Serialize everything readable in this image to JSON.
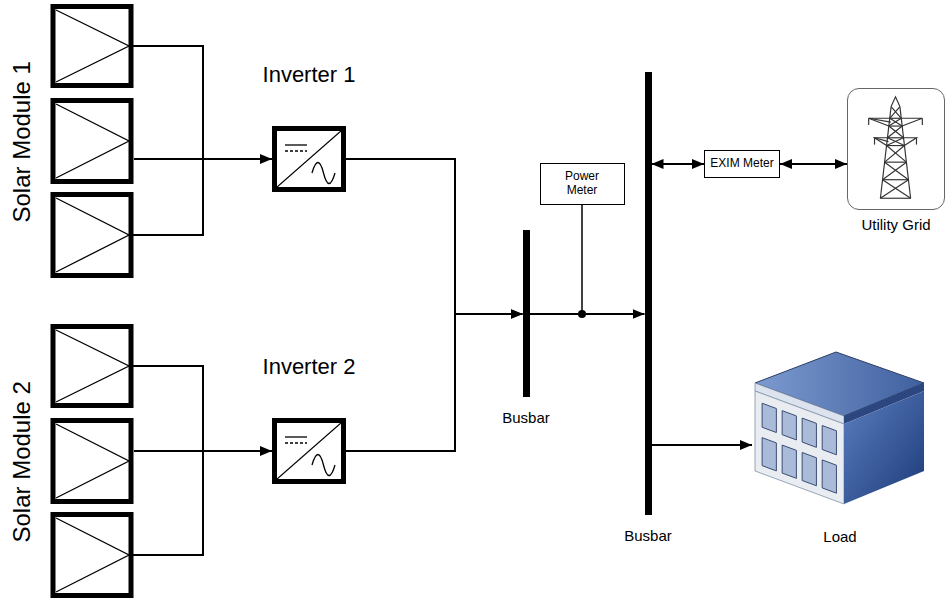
{
  "diagram": {
    "nodes": [
      {
        "text": [
          "Solar Module 1"
        ]
      },
      {
        "text": [
          "Inverter 1"
        ]
      },
      {
        "text": [
          "Solar Module 2"
        ]
      },
      {
        "text": [
          "Inverter 2"
        ]
      },
      {
        "text": [
          "Busbar"
        ]
      },
      {
        "text": [
          "Power Meter"
        ]
      },
      {
        "text": [
          "Busbar"
        ]
      },
      {
        "text": [
          "EXIM Meter"
        ]
      },
      {
        "text": [
          "Utility Grid"
        ]
      },
      {
        "text": [
          "Load"
        ]
      }
    ],
    "edges": [
      {
        "from": 0,
        "to": 1,
        "arrow": "to"
      },
      {
        "from": 2,
        "to": 3,
        "arrow": "to"
      },
      {
        "from": 1,
        "to": 4,
        "arrow": "to"
      },
      {
        "from": 3,
        "to": 4,
        "arrow": "to"
      },
      {
        "from": 4,
        "to": 6,
        "arrow": "to"
      },
      {
        "from": 6,
        "to": 7,
        "arrow": "both"
      },
      {
        "from": 7,
        "to": 8,
        "arrow": "both"
      },
      {
        "from": 6,
        "to": 9,
        "arrow": "to"
      }
    ]
  }
}
